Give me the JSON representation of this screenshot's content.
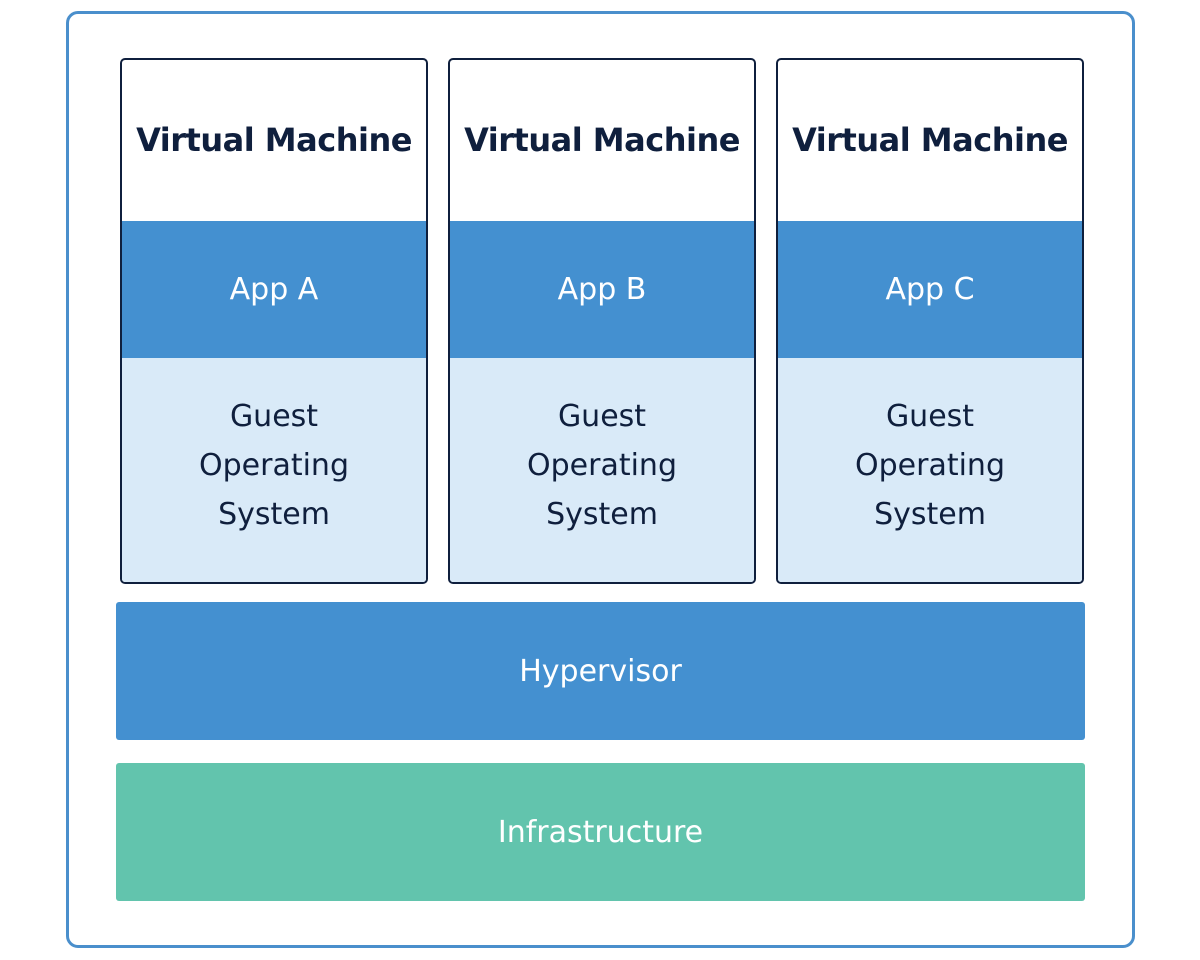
{
  "virtual_machines": [
    {
      "title": "Virtual Machine",
      "app": "App A",
      "os": "Guest Operating System"
    },
    {
      "title": "Virtual Machine",
      "app": "App B",
      "os": "Guest Operating System"
    },
    {
      "title": "Virtual Machine",
      "app": "App C",
      "os": "Guest Operating System"
    }
  ],
  "layers": {
    "hypervisor": "Hypervisor",
    "infrastructure": "Infrastructure"
  },
  "colors": {
    "frame_border": "#4a8fcc",
    "app_fill": "#4490d0",
    "guest_os_fill": "#d9eaf8",
    "hypervisor_fill": "#4490d0",
    "infrastructure_fill": "#62c4ad",
    "text_dark": "#0f1f3d"
  }
}
